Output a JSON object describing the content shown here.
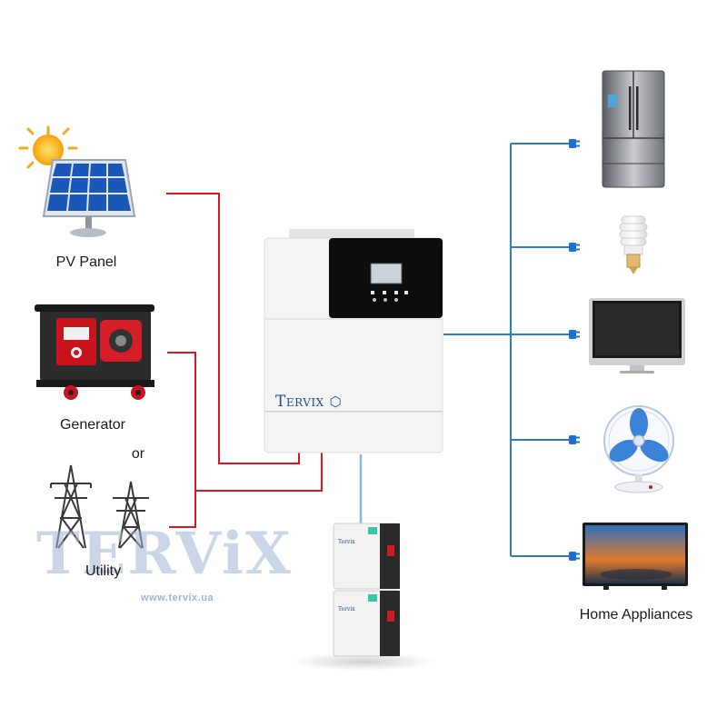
{
  "sources": {
    "pv_label": "PV Panel",
    "generator_label": "Generator",
    "or_label": "or",
    "utility_label": "Utility"
  },
  "inverter": {
    "brand": "Tervix"
  },
  "loads": {
    "label": "Home Appliances",
    "items": [
      "refrigerator",
      "light-bulb",
      "monitor",
      "fan",
      "television"
    ]
  },
  "watermark": {
    "text": "TERViX",
    "url": "www.tervix.ua"
  },
  "colors": {
    "source_wire": "#e0141e",
    "load_wire": "#2a7bd6",
    "battery_wire": "#8db8de",
    "brand": "#1e4f8c"
  },
  "icons": {
    "pv": "solar-panel-icon",
    "generator": "generator-icon",
    "utility": "power-tower-icon",
    "inverter": "inverter-icon",
    "battery": "battery-stack-icon",
    "plug": "plug-icon"
  }
}
